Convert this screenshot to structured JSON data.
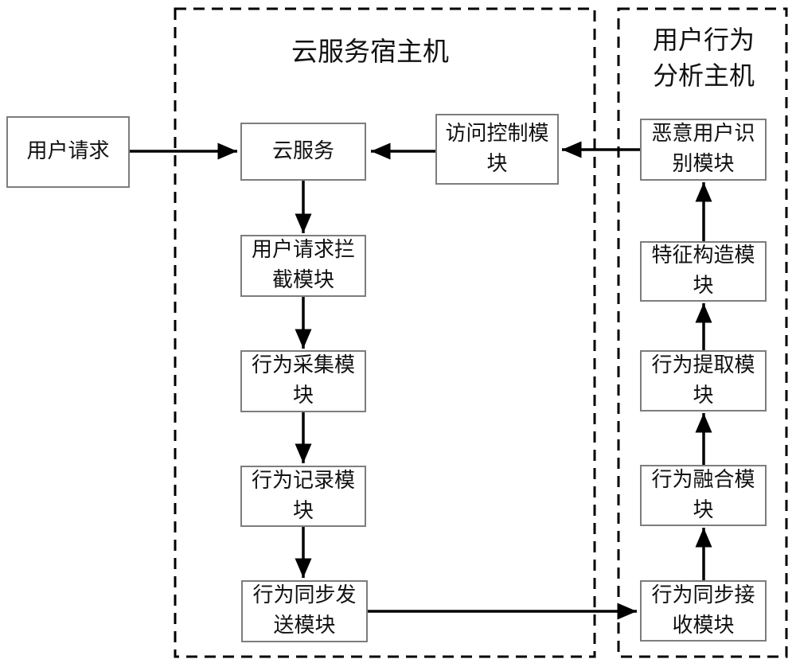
{
  "diagram": {
    "containers": [
      {
        "id": "cloud-host",
        "title": "云服务宿主机"
      },
      {
        "id": "analysis-host",
        "title": "用户行为分析主机"
      }
    ],
    "nodes": {
      "user_request": {
        "label": "用户请求"
      },
      "cloud_service": {
        "label": "云服务"
      },
      "access_control": {
        "label": "访问控制模块"
      },
      "malicious_user_id": {
        "label": "恶意用户识别模块"
      },
      "request_interception": {
        "label": "用户请求拦截模块"
      },
      "behavior_collection": {
        "label": "行为采集模块"
      },
      "behavior_recording": {
        "label": "行为记录模块"
      },
      "behavior_sync_send": {
        "label": "行为同步发送模块"
      },
      "feature_construction": {
        "label": "特征构造模块"
      },
      "behavior_extraction": {
        "label": "行为提取模块"
      },
      "behavior_fusion": {
        "label": "行为融合模块"
      },
      "behavior_sync_receive": {
        "label": "行为同步接收模块"
      }
    },
    "edges": [
      {
        "from": "用户请求",
        "to": "云服务"
      },
      {
        "from": "访问控制模块",
        "to": "云服务"
      },
      {
        "from": "恶意用户识别模块",
        "to": "访问控制模块"
      },
      {
        "from": "云服务",
        "to": "用户请求拦截模块"
      },
      {
        "from": "用户请求拦截模块",
        "to": "行为采集模块"
      },
      {
        "from": "行为采集模块",
        "to": "行为记录模块"
      },
      {
        "from": "行为记录模块",
        "to": "行为同步发送模块"
      },
      {
        "from": "行为同步发送模块",
        "to": "行为同步接收模块"
      },
      {
        "from": "行为同步接收模块",
        "to": "行为融合模块"
      },
      {
        "from": "行为融合模块",
        "to": "行为提取模块"
      },
      {
        "from": "行为提取模块",
        "to": "特征构造模块"
      },
      {
        "from": "特征构造模块",
        "to": "恶意用户识别模块"
      }
    ],
    "colors": {
      "background": "#ffffff",
      "line": "#000000",
      "box_border": "#7d7d7d",
      "text": "#111111"
    }
  }
}
